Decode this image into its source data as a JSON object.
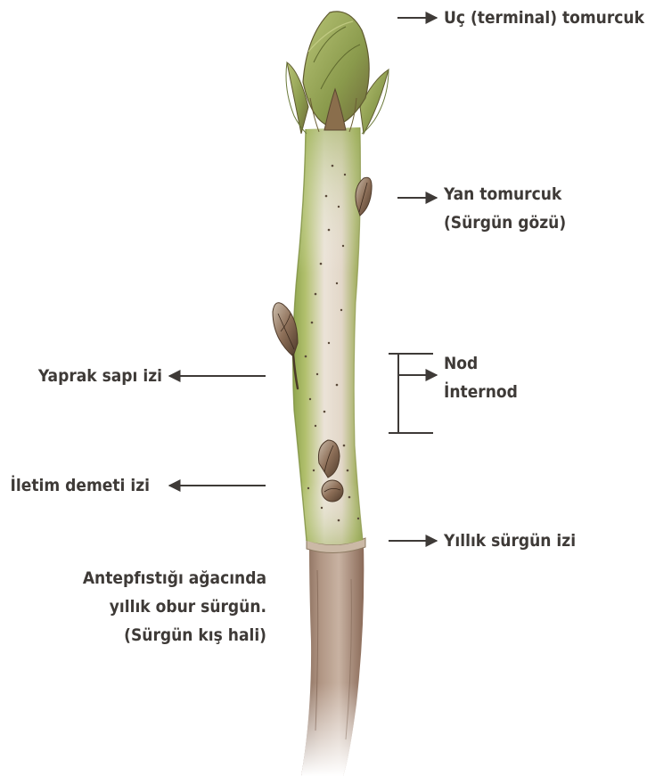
{
  "labels": {
    "terminal_bud": "Uç (terminal) tomurcuk",
    "lateral_bud_line1": "Yan tomurcuk",
    "lateral_bud_line2": "(Sürgün gözü)",
    "node": "Nod",
    "internode": "İnternod",
    "leaf_scar": "Yaprak sapı izi",
    "bundle_scar": "İletim demeti izi",
    "annual_shoot_scar": "Yıllık sürgün izi"
  },
  "caption": {
    "line1": "Antepfıstığı ağacında",
    "line2": "yıllık obur sürgün.",
    "line3": "(Sürgün kış hali)"
  },
  "colors": {
    "text": "#3e3a37",
    "arrow": "#3e3a37",
    "bark_green": "#9db25a",
    "bark_pale": "#e6dcd0",
    "old_wood": "#9f7f6c",
    "bud_green": "#8a9a4c",
    "bud_brown": "#7a5a40"
  }
}
